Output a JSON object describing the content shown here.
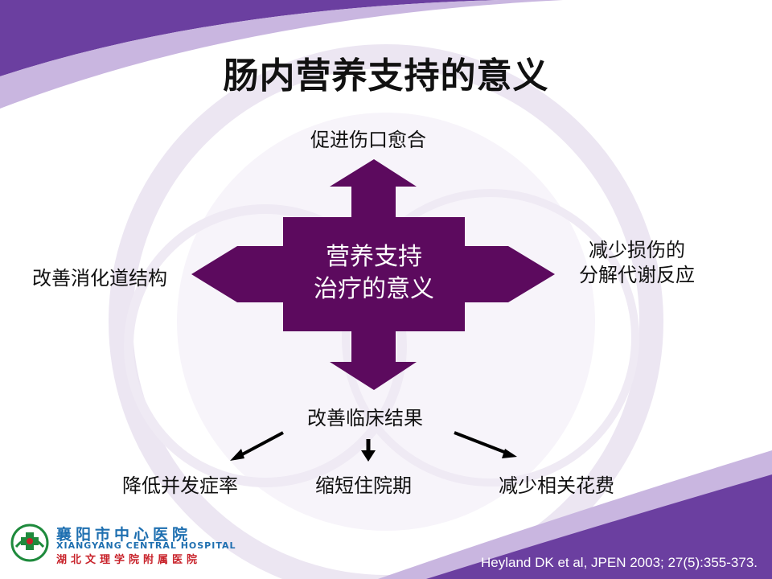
{
  "title": "肠内营养支持的意义",
  "center": {
    "line1": "营养支持",
    "line2": "治疗的意义"
  },
  "top_label": "促进伤口愈合",
  "left_label": "改善消化道结构",
  "right_label": {
    "line1": "减少损伤的",
    "line2": "分解代谢反应"
  },
  "bottom_label": "改善临床结果",
  "outcomes": [
    "降低并发症率",
    "缩短住院期",
    "减少相关花费"
  ],
  "logo": {
    "name_cn": "襄阳市中心医院",
    "name_en": "XIANGYANG CENTRAL HOSPITAL",
    "affiliation": "湖北文理学院附属医院"
  },
  "citation": "Heyland DK et al, JPEN 2003; 27(5):355-373.",
  "colors": {
    "accent": "#5c0a5e",
    "band": "#6b3fa0",
    "band_light": "#c9b6e0"
  }
}
